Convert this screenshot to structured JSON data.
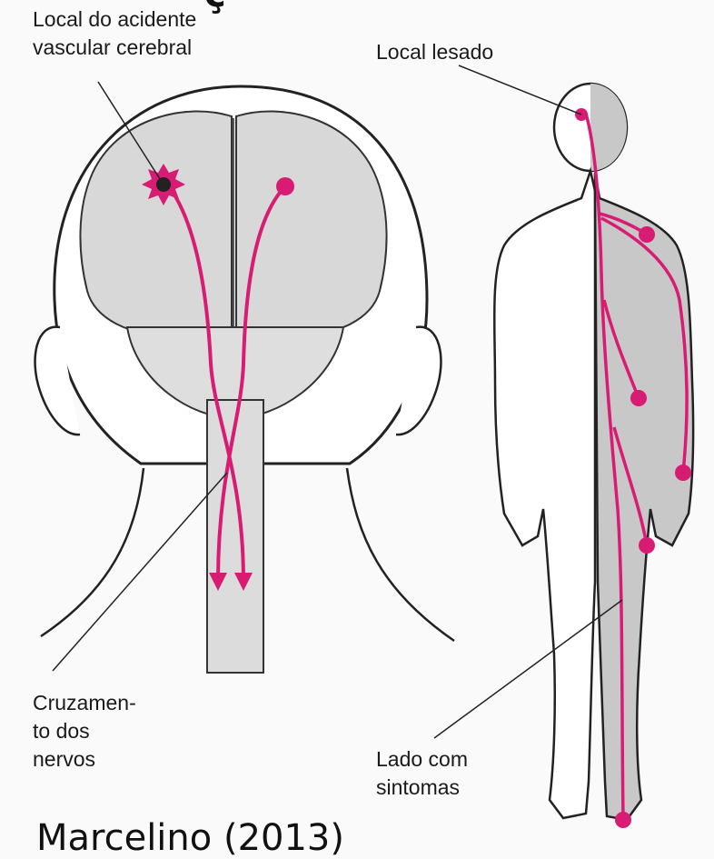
{
  "labels": {
    "stroke_site": [
      "Local do acidente",
      "vascular cerebral"
    ],
    "injured_site": "Local lesado",
    "nerve_crossing": [
      "Cruzamen-",
      "to dos",
      "nervos"
    ],
    "symptom_side": [
      "Lado com",
      "sintomas"
    ]
  },
  "credit": "Marcelino (2013)",
  "top_fragment": "ç",
  "colors": {
    "nerve": "#d81b73",
    "affected_side": "#c8c8c8",
    "brain": "#d8d8d8",
    "outline": "#222222",
    "background": "#fafafa"
  }
}
